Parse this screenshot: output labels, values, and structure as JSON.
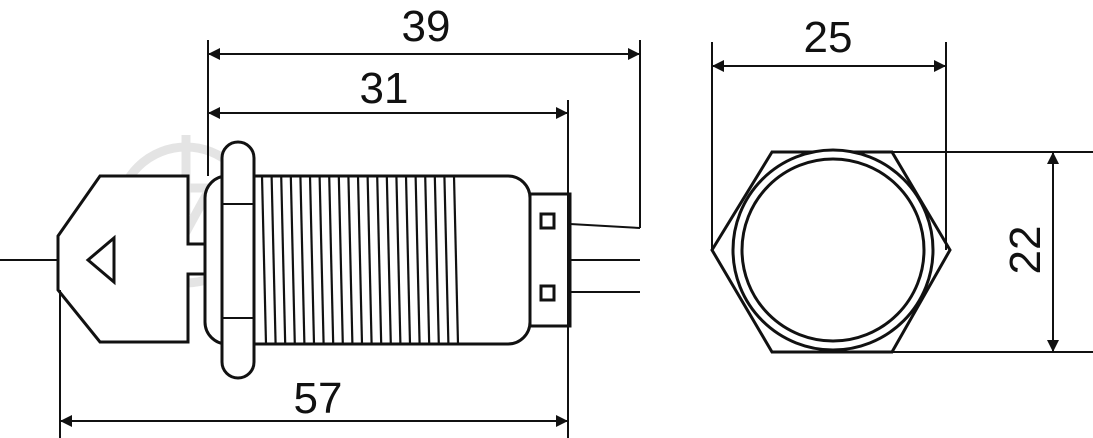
{
  "dimensions": {
    "overall_length_rear": "39",
    "thread_length": "31",
    "total_length": "57",
    "hex_across_corners": "25",
    "hex_across_flats": "22"
  },
  "colors": {
    "line": "#111111",
    "background": "#ffffff",
    "watermark": "#e4e4e4"
  }
}
